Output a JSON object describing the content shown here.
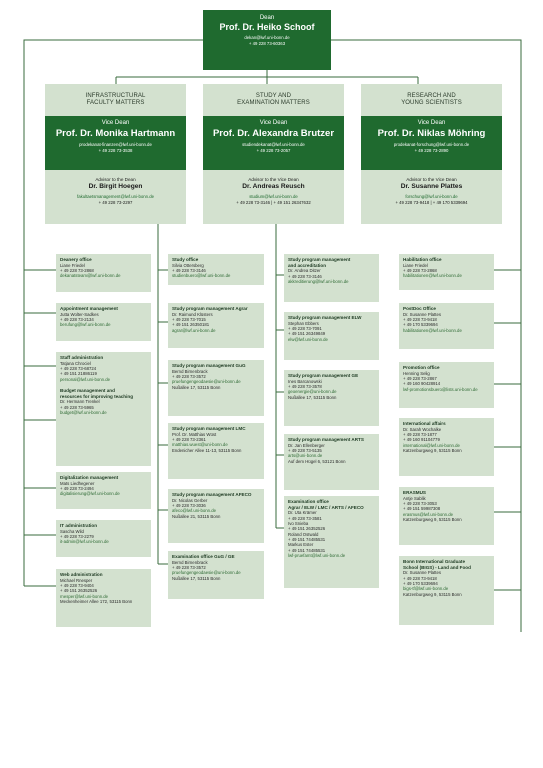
{
  "dean": {
    "role": "Dean",
    "name": "Prof. Dr. Heiko Schoof",
    "email": "dekan@lwf.uni-bonn.de",
    "phone": "+ 49 228 73-60363"
  },
  "columns": [
    {
      "title": [
        "INFRASTRUCTURAL",
        "FACULTY MATTERS"
      ],
      "vice_role": "Vice Dean",
      "vice_name": "Prof. Dr. Monika Hartmann",
      "vice_email": "prodekanat-finanzen@lwf.uni-bonn.de",
      "vice_phone": "+ 49 228 73-3538",
      "advisor_role": "Advisor to the Dean",
      "advisor_name": "Dr. Birgit Hoegen",
      "advisor_email": "fakultaetsmanagement@lwf.uni-bonn.de",
      "advisor_phone": "+ 49 228 73-2297"
    },
    {
      "title": [
        "STUDY AND",
        "EXAMINATION MATTERS"
      ],
      "vice_role": "Vice Dean",
      "vice_name": "Prof. Dr. Alexandra Brutzer",
      "vice_email": "studiendekanat@lwf.uni-bonn.de",
      "vice_phone": "+ 49 228 73-2057",
      "advisor_role": "Advisor to the Vice Dean",
      "advisor_name": "Dr. Andreas Reusch",
      "advisor_email": "studium@lwf.uni-bonn.de",
      "advisor_phone": "+ 49 228 73-3146 | + 49 151 26347632"
    },
    {
      "title": [
        "RESEARCH AND",
        "YOUNG SCIENTISTS"
      ],
      "vice_role": "Vice Dean",
      "vice_name": "Prof. Dr. Niklas Möhring",
      "vice_email": "prodekanat-forschung@lwf.uni-bonn.de",
      "vice_phone": "+ 49 228 73-2890",
      "advisor_role": "Advisor to the Vice Dean",
      "advisor_name": "Dr. Susanne Plattes",
      "advisor_email": "forschung@lwf.uni-bonn.de",
      "advisor_phone": "+ 49 228 73-9418 | + 49 170 5339694"
    }
  ],
  "col1_boxes": [
    {
      "title": [
        "Deanery office"
      ],
      "lines": [
        "Liane Friedel",
        "+ 49 228 73-2868",
        "dekanatsteam@lwf.uni-bonn.de"
      ]
    },
    {
      "title": [
        "Appointment management"
      ],
      "lines": [
        "Jutta Wolter-Sadkes",
        "+ 49 228 73-2134",
        "berufung@lwf.uni-bonn.de"
      ]
    },
    {
      "title": [
        "Staff administration"
      ],
      "lines": [
        "Tatjana Chrociel",
        "+ 49 228 73-68724",
        "+ 49 151 21886119",
        "personal@lwf.uni-bonn.de"
      ]
    },
    {
      "title": [
        "Budget management and",
        "resources for improving teaching"
      ],
      "lines": [
        "Dr. Hermann Trenkel",
        "+ 49 228 73-5965",
        "budget@lwf.uni-bonn.de"
      ]
    },
    {
      "title": [
        "Digitalization management"
      ],
      "lines": [
        "Mats Liedhegener",
        "+ 49 228 73-2494",
        "digitalisierung@lwf.uni-bonn.de"
      ]
    },
    {
      "title": [
        "IT administration"
      ],
      "lines": [
        "Sascha Wild",
        "+ 49 228 73-2279",
        "it-admin@lwf.uni-bonn.de"
      ]
    },
    {
      "title": [
        "Web administration"
      ],
      "lines": [
        "Michael Rnesper",
        "+ 49 228 73-9404",
        "+ 49 151 26352526",
        "rnesper@lwf.uni-bonn.de",
        "Meckenheimer Allee 172, 53115 Bonn"
      ]
    }
  ],
  "col2_boxes": [
    {
      "title": [
        "Study office"
      ],
      "lines": [
        "Silvia Ottersberg",
        "+ 49 228 73-3146",
        "studienbuero@lwf.uni-bonn.de"
      ]
    },
    {
      "title": [
        "Study program management  Agrar"
      ],
      "lines": [
        "Dr. Raimund Klüsters",
        "+ 49 228 73-7015",
        "+ 49 151 26350181",
        "agrar@lwf.uni-bonn.de"
      ]
    },
    {
      "title": [
        "Study program management GuG"
      ],
      "lines": [
        "Bernd Birnenbrack",
        "+ 49 228 73-3572",
        "pruefungengeodaesie@uni-bonn.de",
        "Nußallee 17, 53115 Bonn"
      ]
    },
    {
      "title": [
        "Study program management LMC"
      ],
      "lines": [
        "Prof. Dr. Matthias Wüst",
        "+ 49 228 73-2361",
        "matthias.wuest@uni-bonn.de",
        "Endenicher Allee 11-13, 53115 Bonn"
      ]
    },
    {
      "title": [
        "Study program management AFECO"
      ],
      "lines": [
        "Dr. Nicolas Gerber",
        "+ 49 228 73-3036",
        "afeco@lwf.uni-bonn.de",
        "Nußallee 21, 53115 Bonn"
      ]
    },
    {
      "title": [
        "Examination office GuG / GE"
      ],
      "lines": [
        "Bernd Birnenbrack",
        "+ 49 228 73-3572",
        "pruefungengeodaesie@uni-bonn.de",
        "Nußallee 17, 53115 Bonn"
      ]
    }
  ],
  "col3_boxes": [
    {
      "title": [
        "Study program management",
        "and accreditation"
      ],
      "lines": [
        "Dr. Andrea Ditzer",
        "+ 49 228 73-3146",
        "akkreditierung@lwf.uni-bonn.de"
      ]
    },
    {
      "title": [
        "Study program management ELW"
      ],
      "lines": [
        "Stephan Ebbers",
        "+ 49 228 73-7091",
        "+ 49 151 26349849",
        "elw@lwf.uni-bonn.de"
      ]
    },
    {
      "title": [
        "Study program management GE"
      ],
      "lines": [
        "Ines Barcanowski",
        "+ 49 228 73-3578",
        "geoenergie@uni-bonn.de",
        "Nußallee 17, 53115 Bonn"
      ]
    },
    {
      "title": [
        "Study program management  ARTS"
      ],
      "lines": [
        "Dr. Jan Ellenberger",
        "+ 49 228 73-5135",
        "arts@uni-bonn.de",
        "Auf dem Hügel 6, 53121 Bonn"
      ]
    },
    {
      "title": [
        "Examination office",
        "Agrar / ELW / LMC / ARTS / AFECO"
      ],
      "lines": [
        "Dr. Uta Krämer",
        "+ 49 228 73-3581",
        "Ivo Snieba",
        "+ 49 151 26352526",
        "Roland Ostwald",
        "+ 49 151 74485531",
        "Markus Ester",
        "+ 49 151 74485531",
        "lwf-pruefamt@lwf.uni-bonn.de"
      ]
    }
  ],
  "col4_boxes": [
    {
      "title": [
        "Habilitation office"
      ],
      "lines": [
        "Liane Friedel",
        "+ 49 228 73-2868",
        "habilitationen@lwf.uni-bonn.de"
      ]
    },
    {
      "title": [
        "PostDoc Office"
      ],
      "lines": [
        "Dr. Susanne Plattes",
        "+ 49 228 73-9418",
        "+ 49 170  5339694",
        "habilitationen@lwf.uni-bonn.de"
      ]
    },
    {
      "title": [
        "Promotion office"
      ],
      "lines": [
        "Henning Selig",
        "+ 49 228 73-2867",
        "+ 49 160 90428914",
        "lwf-promotionsbuero@lists.uni-bonn.de"
      ]
    },
    {
      "title": [
        "International affairs"
      ],
      "lines": [
        "Dr. Sarah Wochalke",
        "+ 49 228 73-1877",
        "+ 49 160 91104779",
        "international@lwf.uni-bonn.de",
        "Katzenburgweg 9, 53115 Bonn"
      ]
    },
    {
      "title": [
        "ERASMUS"
      ],
      "lines": [
        "Antje Sablik",
        "+ 49 228 73-3053",
        "+ 49 151 59987308",
        "erasmus@lwf.uni-bonn.de",
        "Katzenburgweg 9, 53115 Bonn"
      ]
    },
    {
      "title": [
        "Bonn International Graduate",
        "School (BIGS) - Land and Food"
      ],
      "lines": [
        "Dr. Susanne Plattes",
        "+ 49 228 73-9418",
        "+ 49 170  5339694",
        "bigs-tf@lwf.uni-bonn.de",
        "Katzenburgweg 9, 53115 Bonn"
      ]
    }
  ]
}
